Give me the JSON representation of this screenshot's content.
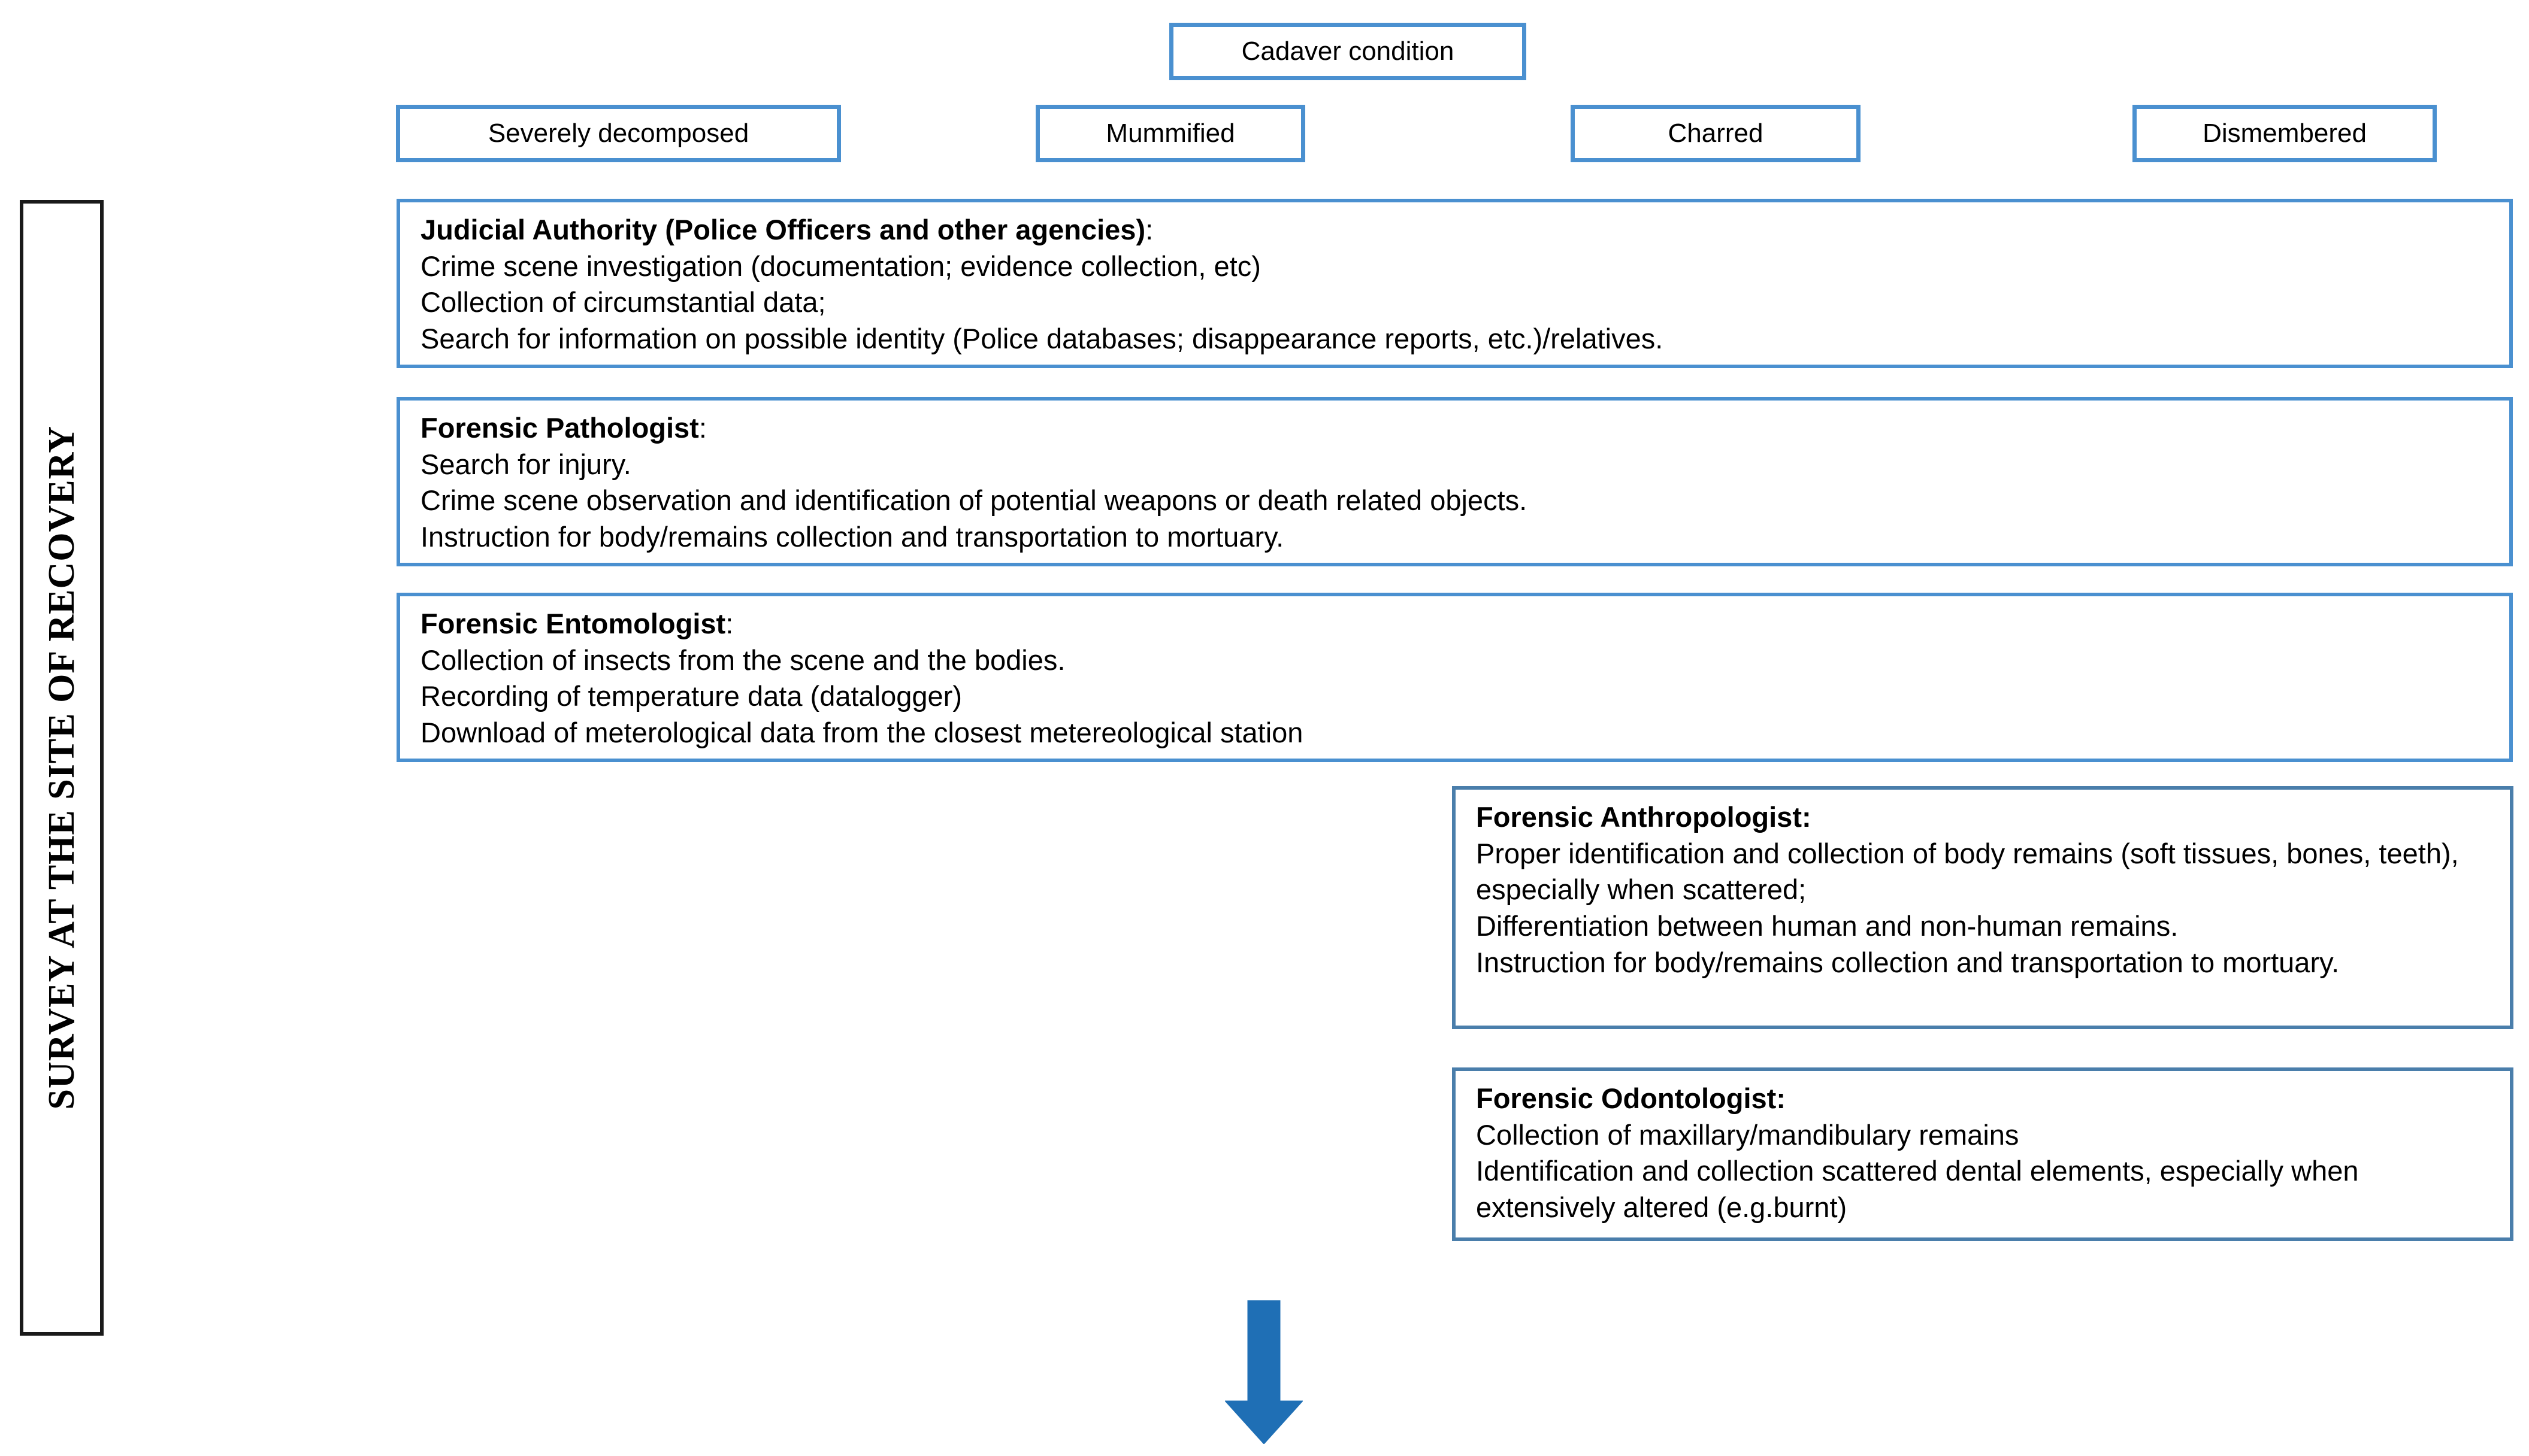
{
  "diagram": {
    "title": "Survey at the site of recovery — multidisciplinary flowchart",
    "colors": {
      "box_border_blue": "#4A90D0",
      "box_border_muted_blue": "#4A7EAB",
      "sidebar_border": "#1A1A1A",
      "arrow_fill": "#1F6FB5",
      "background": "#FFFFFF",
      "text": "#000000"
    }
  },
  "sidebar": {
    "label": "SURVEY AT THE SITE OF RECOVERY"
  },
  "top": {
    "root": {
      "label": "Cadaver condition"
    },
    "conditions": [
      {
        "label": "Severely decomposed"
      },
      {
        "label": "Mummified"
      },
      {
        "label": "Charred"
      },
      {
        "label": "Dismembered"
      }
    ]
  },
  "roles": [
    {
      "id": "judicial-authority",
      "heading": "Judicial Authority (Police Officers and other agencies)",
      "heading_suffix": ":",
      "lines": [
        "Crime scene investigation (documentation; evidence collection, etc)",
        "Collection of circumstantial data;",
        "Search for information on possible identity (Police databases; disappearance reports, etc.)/relatives."
      ]
    },
    {
      "id": "forensic-pathologist",
      "heading": "Forensic Pathologist",
      "heading_suffix": ":",
      "lines": [
        "Search for injury.",
        "Crime scene observation and identification of potential weapons or death related objects.",
        "Instruction for body/remains collection and transportation to mortuary."
      ]
    },
    {
      "id": "forensic-entomologist",
      "heading": "Forensic Entomologist",
      "heading_suffix": ":",
      "lines": [
        "Collection of insects from the scene and the bodies.",
        "Recording of temperature data (datalogger)",
        "Download of meterological data from the closest metereological station"
      ]
    },
    {
      "id": "forensic-anthropologist",
      "heading": "Forensic Anthropologist:",
      "heading_suffix": "",
      "lines": [
        "Proper identification and collection of body remains (soft tissues, bones, teeth), especially when scattered;",
        "Differentiation between human and non-human remains.",
        "Instruction for body/remains collection and transportation to mortuary."
      ]
    },
    {
      "id": "forensic-odontologist",
      "heading": "Forensic Odontologist:",
      "heading_suffix": "",
      "lines": [
        "Collection of maxillary/mandibulary remains",
        "Identification and collection scattered dental elements, especially when extensively altered (e.g.burnt)"
      ]
    }
  ],
  "arrow": {
    "name": "down-arrow",
    "direction": "down",
    "color": "#1F6FB5"
  }
}
